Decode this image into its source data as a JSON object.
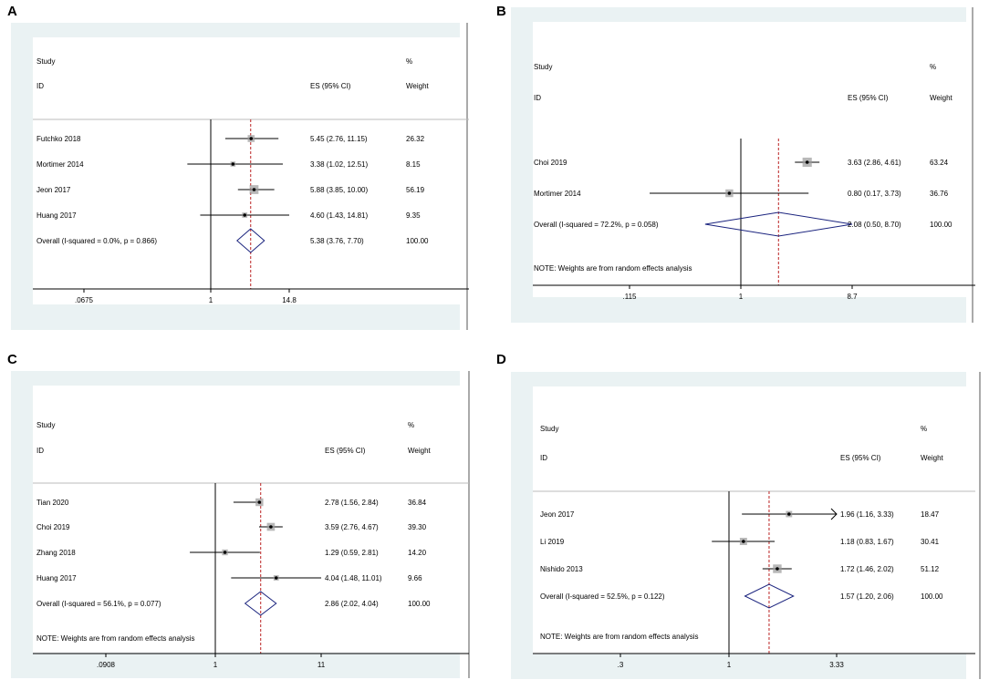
{
  "colors": {
    "panel_bg": "#eaf2f3",
    "plot_bg": "#ffffff",
    "ref_line": "#bb2222",
    "diamond": "#1a237e",
    "ink": "#000000",
    "box": "#9a9a9a"
  },
  "headers": {
    "study": "Study",
    "id": "ID",
    "es": "ES (95% CI)",
    "pct": "%",
    "weight": "Weight"
  },
  "chart_data": [
    {
      "type": "forest",
      "panel": "A",
      "axis_min": 0.0675,
      "axis_max": 14.8,
      "ticks": [
        ".0675",
        "1",
        "14.8"
      ],
      "tick_values": [
        0.0675,
        1,
        14.8
      ],
      "overall_line": 5.38,
      "studies": [
        {
          "label": "Futchko 2018",
          "es": 5.45,
          "lo": 2.76,
          "hi": 11.15,
          "weight": 26.32,
          "es_text": "5.45 (2.76, 11.15)",
          "weight_text": "26.32"
        },
        {
          "label": "Mortimer 2014",
          "es": 3.38,
          "lo": 1.02,
          "hi": 12.51,
          "weight": 8.15,
          "es_text": "3.38 (1.02, 12.51)",
          "weight_text": "8.15"
        },
        {
          "label": "Jeon 2017",
          "es": 5.88,
          "lo": 3.85,
          "hi": 10.0,
          "weight": 56.19,
          "es_text": "5.88 (3.85, 10.00)",
          "weight_text": "56.19"
        },
        {
          "label": "Huang 2017",
          "es": 4.6,
          "lo": 1.43,
          "hi": 14.81,
          "weight": 9.35,
          "es_text": "4.60 (1.43, 14.81)",
          "weight_text": "9.35"
        }
      ],
      "overall": {
        "label": "Overall  (I-squared = 0.0%, p = 0.866)",
        "es": 5.38,
        "lo": 3.76,
        "hi": 7.7,
        "es_text": "5.38 (3.76, 7.70)",
        "weight_text": "100.00"
      },
      "note": ""
    },
    {
      "type": "forest",
      "panel": "B",
      "axis_min": 0.115,
      "axis_max": 8.7,
      "ticks": [
        ".115",
        "1",
        "8.7"
      ],
      "tick_values": [
        0.115,
        1,
        8.7
      ],
      "overall_line": 2.08,
      "studies": [
        {
          "label": "Choi 2019",
          "es": 3.63,
          "lo": 2.86,
          "hi": 4.61,
          "weight": 63.24,
          "es_text": "3.63 (2.86, 4.61)",
          "weight_text": "63.24"
        },
        {
          "label": "Mortimer 2014",
          "es": 0.8,
          "lo": 0.17,
          "hi": 3.73,
          "weight": 36.76,
          "es_text": "0.80 (0.17, 3.73)",
          "weight_text": "36.76"
        }
      ],
      "overall": {
        "label": "Overall  (I-squared = 72.2%, p = 0.058)",
        "es": 2.08,
        "lo": 0.5,
        "hi": 8.7,
        "es_text": "2.08 (0.50, 8.70)",
        "weight_text": "100.00"
      },
      "note": "NOTE: Weights are from random effects analysis"
    },
    {
      "type": "forest",
      "panel": "C",
      "axis_min": 0.0908,
      "axis_max": 11,
      "ticks": [
        ".0908",
        "1",
        "11"
      ],
      "tick_values": [
        0.0908,
        1,
        11
      ],
      "overall_line": 2.86,
      "studies": [
        {
          "label": "Tian 2020",
          "es": 2.78,
          "lo": 1.56,
          "hi": 2.84,
          "weight": 36.84,
          "es_text": "2.78 (1.56, 2.84)",
          "weight_text": "36.84"
        },
        {
          "label": "Choi 2019",
          "es": 3.59,
          "lo": 2.76,
          "hi": 4.67,
          "weight": 39.3,
          "es_text": "3.59 (2.76, 4.67)",
          "weight_text": "39.30"
        },
        {
          "label": "Zhang 2018",
          "es": 1.29,
          "lo": 0.59,
          "hi": 2.81,
          "weight": 14.2,
          "es_text": "1.29 (0.59, 2.81)",
          "weight_text": "14.20"
        },
        {
          "label": "Huang 2017",
          "es": 4.04,
          "lo": 1.48,
          "hi": 11.01,
          "weight": 9.66,
          "es_text": "4.04 (1.48, 11.01)",
          "weight_text": "9.66"
        }
      ],
      "overall": {
        "label": "Overall  (I-squared = 56.1%, p = 0.077)",
        "es": 2.86,
        "lo": 2.02,
        "hi": 4.04,
        "es_text": "2.86 (2.02, 4.04)",
        "weight_text": "100.00"
      },
      "note": "NOTE: Weights are from random effects analysis"
    },
    {
      "type": "forest",
      "panel": "D",
      "axis_min": 0.3,
      "axis_max": 3.33,
      "ticks": [
        ".3",
        "1",
        "3.33"
      ],
      "tick_values": [
        0.3,
        1,
        3.33
      ],
      "overall_line": 1.57,
      "studies": [
        {
          "label": "Jeon 2017",
          "es": 1.96,
          "lo": 1.16,
          "hi": 3.33,
          "weight": 18.47,
          "es_text": "1.96 (1.16, 3.33)",
          "weight_text": "18.47",
          "arrow": true
        },
        {
          "label": "Li 2019",
          "es": 1.18,
          "lo": 0.83,
          "hi": 1.67,
          "weight": 30.41,
          "es_text": "1.18 (0.83, 1.67)",
          "weight_text": "30.41"
        },
        {
          "label": "Nishido 2013",
          "es": 1.72,
          "lo": 1.46,
          "hi": 2.02,
          "weight": 51.12,
          "es_text": "1.72 (1.46, 2.02)",
          "weight_text": "51.12"
        }
      ],
      "overall": {
        "label": "Overall  (I-squared = 52.5%, p = 0.122)",
        "es": 1.57,
        "lo": 1.2,
        "hi": 2.06,
        "es_text": "1.57 (1.20, 2.06)",
        "weight_text": "100.00"
      },
      "note": "NOTE: Weights are from random effects analysis"
    }
  ]
}
